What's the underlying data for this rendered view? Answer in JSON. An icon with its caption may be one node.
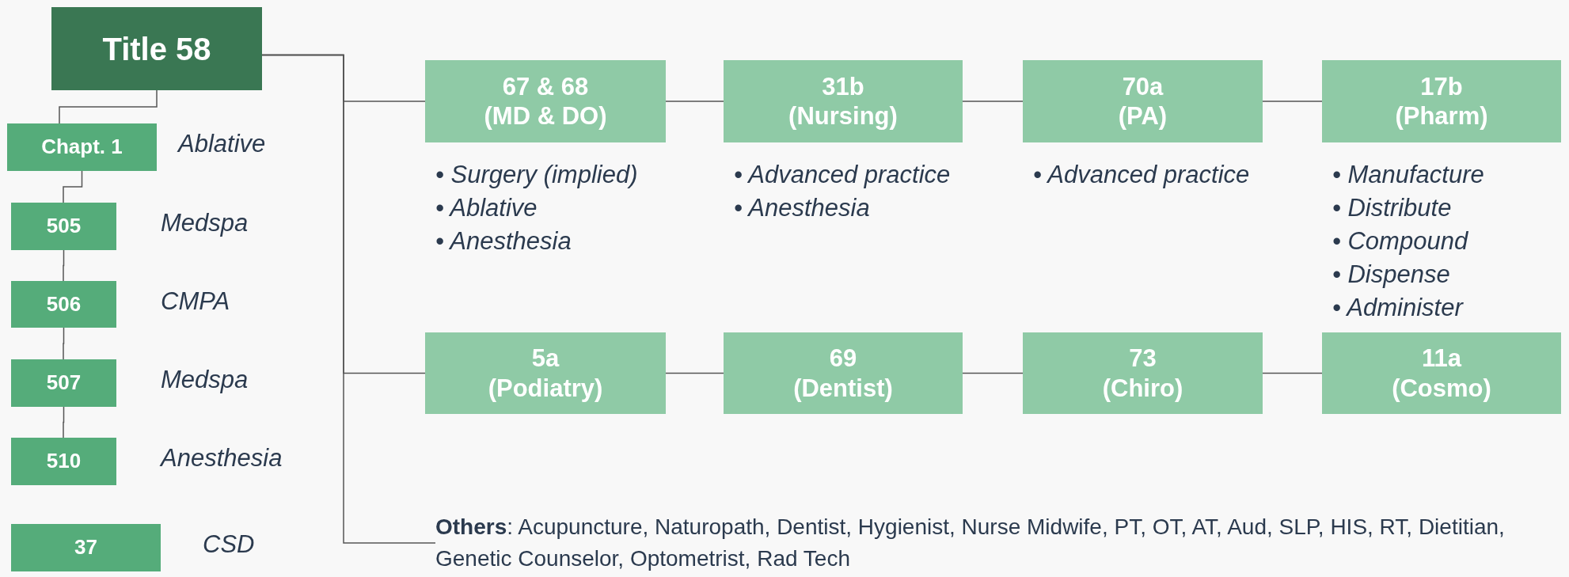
{
  "diagram": {
    "nodes": [
      {
        "text": [
          "Title 58"
        ]
      },
      {
        "text": [
          "Chapt. 1"
        ],
        "beside": [
          "Ablative"
        ]
      },
      {
        "text": [
          "505"
        ],
        "beside": [
          "Medspa"
        ]
      },
      {
        "text": [
          "506"
        ],
        "beside": [
          "CMPA"
        ]
      },
      {
        "text": [
          "507"
        ],
        "beside": [
          "Medspa"
        ]
      },
      {
        "text": [
          "510"
        ],
        "beside": [
          "Anesthesia"
        ]
      },
      {
        "text": [
          "37"
        ],
        "beside": [
          "CSD"
        ]
      },
      {
        "text": [
          "67 & 68",
          "(MD & DO)"
        ],
        "beside": [
          "• Surgery (implied)",
          "• Ablative",
          "• Anesthesia"
        ]
      },
      {
        "text": [
          "31b",
          "(Nursing)"
        ],
        "beside": [
          "• Advanced practice",
          "• Anesthesia"
        ]
      },
      {
        "text": [
          "70a",
          "(PA)"
        ],
        "beside": [
          "• Advanced practice"
        ]
      },
      {
        "text": [
          "17b",
          "(Pharm)"
        ],
        "beside": [
          "• Manufacture",
          "• Distribute",
          "• Compound",
          "• Dispense",
          "• Administer"
        ]
      },
      {
        "text": [
          "5a",
          "(Podiatry)"
        ]
      },
      {
        "text": [
          "69",
          "(Dentist)"
        ]
      },
      {
        "text": [
          "73",
          "(Chiro)"
        ]
      },
      {
        "text": [
          "11a",
          "(Cosmo)"
        ]
      },
      {
        "text": [
          "**Others**: Acupuncture, Naturopath, Dentist, Hygienist, Nurse Midwife, PT, OT, AT, Aud, SLP, HIS, RT, Dietitian, Genetic Counselor, Optometrist, Rad Tech"
        ]
      }
    ],
    "edges": [
      {
        "from": 0,
        "to": 1,
        "arrow": "none"
      },
      {
        "from": 1,
        "to": 2,
        "arrow": "none"
      },
      {
        "from": 2,
        "to": 3,
        "arrow": "none"
      },
      {
        "from": 3,
        "to": 4,
        "arrow": "none"
      },
      {
        "from": 4,
        "to": 5,
        "arrow": "none"
      },
      {
        "from": 0,
        "to": 7,
        "arrow": "none"
      },
      {
        "from": 0,
        "to": 11,
        "arrow": "none"
      },
      {
        "from": 0,
        "to": 15,
        "arrow": "none"
      },
      {
        "from": 7,
        "to": 8,
        "arrow": "none"
      },
      {
        "from": 8,
        "to": 9,
        "arrow": "none"
      },
      {
        "from": 9,
        "to": 10,
        "arrow": "none"
      },
      {
        "from": 11,
        "to": 12,
        "arrow": "none"
      },
      {
        "from": 12,
        "to": 13,
        "arrow": "none"
      },
      {
        "from": 13,
        "to": 14,
        "arrow": "none"
      }
    ]
  }
}
